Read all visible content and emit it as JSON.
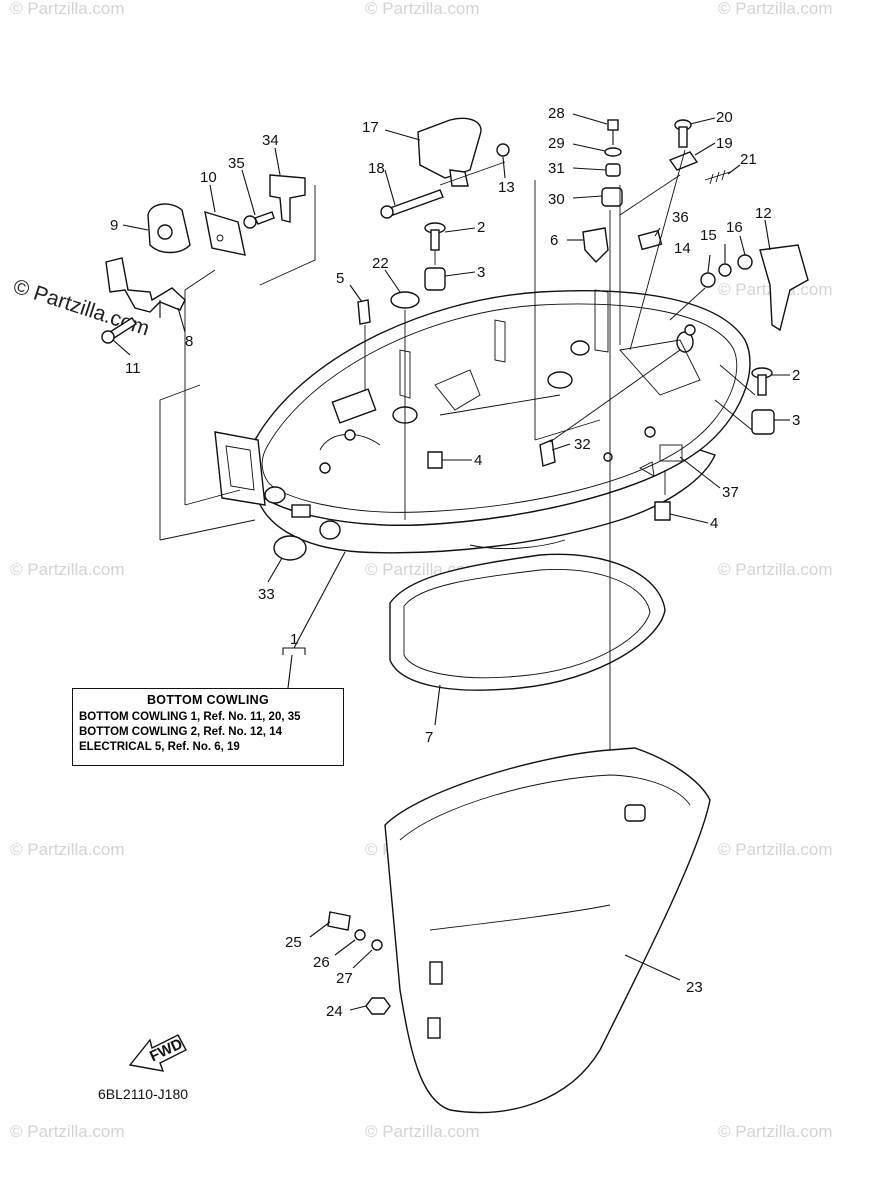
{
  "watermark": {
    "text": "© Partzilla.com",
    "large_text": "© Partzilla.com"
  },
  "callouts": [
    "1",
    "2",
    "3",
    "4",
    "5",
    "6",
    "7",
    "8",
    "9",
    "10",
    "11",
    "12",
    "13",
    "14",
    "15",
    "16",
    "17",
    "18",
    "19",
    "20",
    "21",
    "22",
    "23",
    "24",
    "25",
    "26",
    "27",
    "28",
    "29",
    "30",
    "31",
    "32",
    "33",
    "34",
    "35",
    "36",
    "37"
  ],
  "legend": {
    "title": "BOTTOM  COWLING",
    "lines": [
      "BOTTOM  COWLING 1,  Ref. No. 11, 20, 35",
      "BOTTOM  COWLING 2,  Ref. No. 12, 14",
      "ELECTRICAL  5,  Ref. No. 6, 19"
    ]
  },
  "fwd_label": "FWD",
  "diagram_code": "6BL2110-J180"
}
